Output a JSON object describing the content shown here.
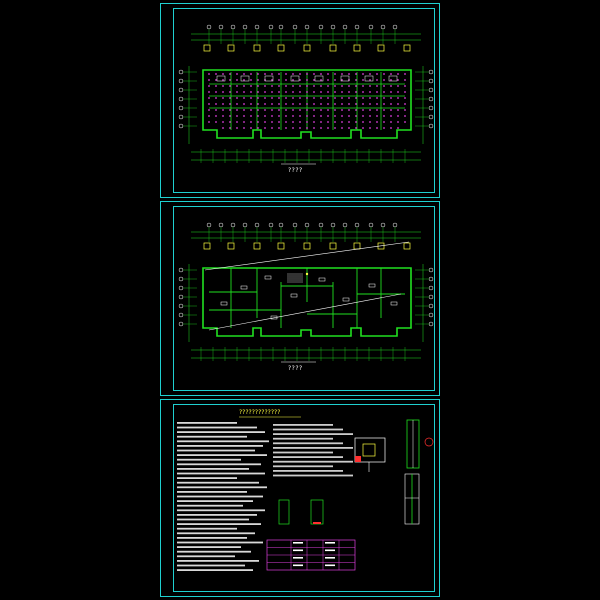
{
  "sheets": [
    {
      "id": "foundation-plan",
      "caption": "????"
    },
    {
      "id": "floor-plan",
      "caption": "????"
    },
    {
      "id": "notes-details",
      "notes_title": "?????????????"
    }
  ],
  "colors": {
    "background": "#000000",
    "frame": "#1fd0d0",
    "wall": "#20e020",
    "axis": "#20e020",
    "pile": "#e040e0",
    "marker": "#ffff40",
    "text": "#ffffff",
    "accent": "#ff3030"
  }
}
